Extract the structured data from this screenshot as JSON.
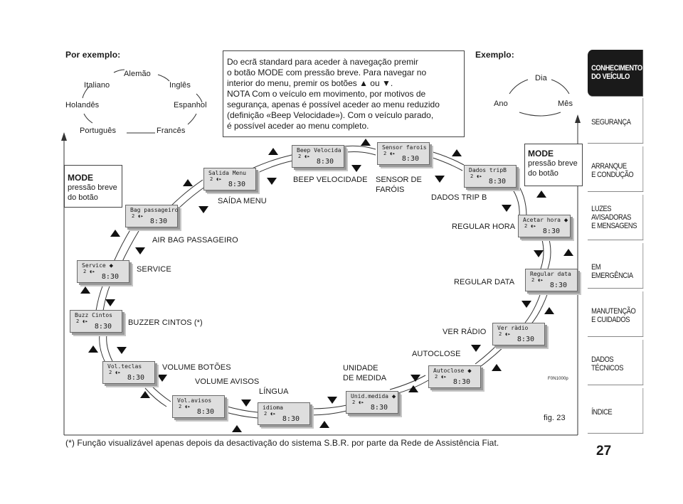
{
  "left_example": {
    "title": "Por exemplo:",
    "languages": [
      "Alemão",
      "Inglês",
      "Espanhol",
      "Francês",
      "Português",
      "Holandês",
      "Italiano"
    ]
  },
  "info_box": {
    "line1": "Do ecrã standard para aceder à navegação premir",
    "line2": "o botão MODE com pressão breve. Para navegar no",
    "line3": "interior do menu, premir os botões ▲ ou ▼.",
    "line4": "NOTA Com o veículo em movimento, por motivos de",
    "line5": "segurança, apenas é possível aceder ao menu reduzido",
    "line6": "(definição «Beep Velocidade»). Com o veículo parado,",
    "line7": "é possível aceder ao menu completo."
  },
  "right_example": {
    "title": "Exemplo:",
    "items": [
      "Dia",
      "Ano",
      "Mês"
    ]
  },
  "mode_left": {
    "title": "MODE",
    "line1": "pressão breve",
    "line2": "do botão"
  },
  "mode_right": {
    "title": "MODE",
    "line1": "pressão breve",
    "line2": "do botão"
  },
  "lcd_clock": "8:30",
  "lcd_sub": "2 ◖▸",
  "screens": [
    {
      "text": "Beep Velocida"
    },
    {
      "text": "Sensor farois"
    },
    {
      "text": "Dados tripB"
    },
    {
      "text": "Acetar hora ⬥"
    },
    {
      "text": "Regular data"
    },
    {
      "text": "Ver ràdio"
    },
    {
      "text": "Autoclose ⬥"
    },
    {
      "text": "Unid.medida ⬥"
    },
    {
      "text": "idioma"
    },
    {
      "text": "Vol.avisos"
    },
    {
      "text": "Vol.teclas"
    },
    {
      "text": "Buzz Cintos"
    },
    {
      "text": "Service ⬥"
    },
    {
      "text": "Bag passageiro"
    },
    {
      "text": "Salida Menu"
    }
  ],
  "labels": {
    "beep": "BEEP VELOCIDADE",
    "sensor1": "SENSOR DE",
    "sensor2": "FARÓIS",
    "trip": "DADOS TRIP B",
    "hora": "REGULAR HORA",
    "data": "REGULAR DATA",
    "radio": "VER RÁDIO",
    "autoclose": "AUTOCLOSE",
    "unid1": "UNIDADE",
    "unid2": "DE MEDIDA",
    "lingua": "LÍNGUA",
    "volavisos": "VOLUME AVISOS",
    "volbotoes": "VOLUME BOTÕES",
    "buzzer": "BUZZER CINTOS (*)",
    "service": "SERVICE",
    "airbag": "AIR BAG PASSAGEIRO",
    "saida": "SAÍDA MENU"
  },
  "code": "F0N1000p",
  "fig": "fig. 23",
  "footnote": "(*) Função visualizável apenas depois da desactivação do sistema S.B.R. por parte da Rede de Assistência Fiat.",
  "page_number": "27",
  "sidebar": [
    {
      "line1": "CONHECIMENTO",
      "line2": "DO VEÍCULO",
      "line3": ""
    },
    {
      "line1": "SEGURANÇA",
      "line2": "",
      "line3": ""
    },
    {
      "line1": "ARRANQUE",
      "line2": "E CONDUÇÃO",
      "line3": ""
    },
    {
      "line1": "LUZES",
      "line2": "AVISADORAS",
      "line3": "E MENSAGENS"
    },
    {
      "line1": "EM EMERGÊNCIA",
      "line2": "",
      "line3": ""
    },
    {
      "line1": "MANUTENÇÃO",
      "line2": "E CUIDADOS",
      "line3": ""
    },
    {
      "line1": "DADOS",
      "line2": "TÉCNICOS",
      "line3": ""
    },
    {
      "line1": "ÍNDICE",
      "line2": "",
      "line3": ""
    }
  ]
}
